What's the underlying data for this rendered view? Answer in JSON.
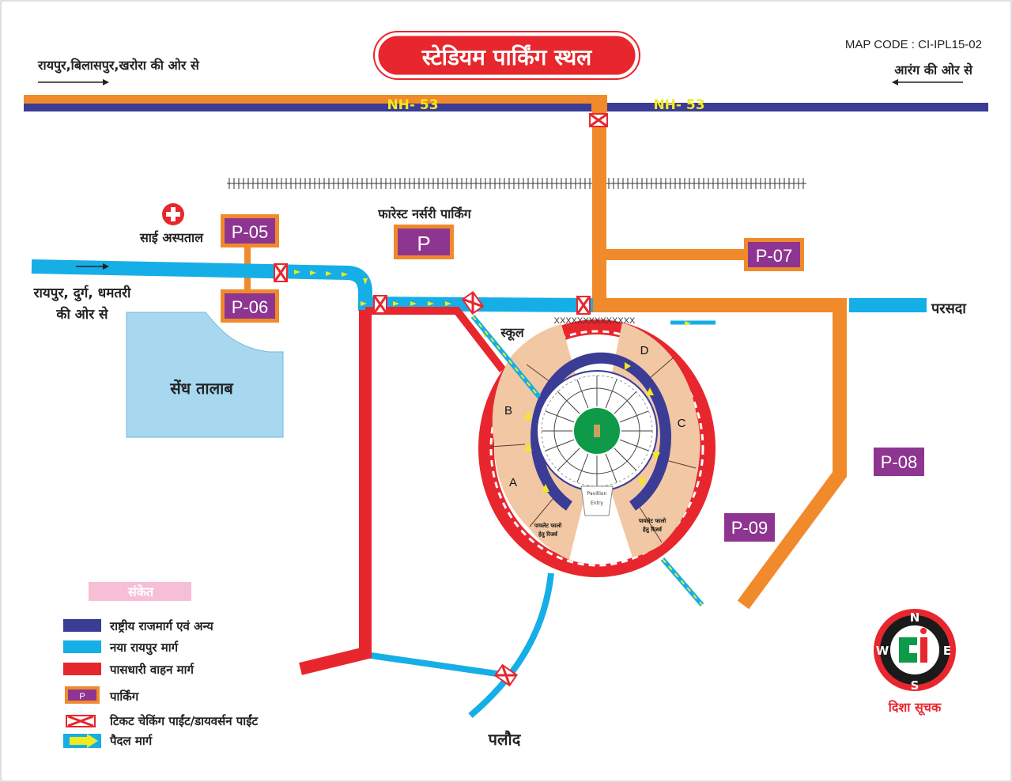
{
  "title": "स्टेडियम पार्किंग स्थल",
  "map_code": "MAP CODE : CI-IPL15-02",
  "colors": {
    "highway": "#3a3c96",
    "new_raipur": "#16aee6",
    "pass_route": "#e8262d",
    "orange_road": "#f08a2b",
    "parking": "#8e3591",
    "walk_arrow": "#f2ea1d",
    "lake": "#a8d8f0",
    "seat_band": "#f1c7a4",
    "pitch_green": "#0f9a49"
  },
  "roads": {
    "nh_left": "NH- 53",
    "nh_right": "NH- 53"
  },
  "directions": {
    "top_left": "रायपुर,बिलासपुर,खरोरा की ओर से",
    "top_right": "आरंग की ओर से",
    "left_line1": "रायपुर, दुर्ग, धमतरी",
    "left_line2": "की ओर से",
    "right": "परसदा",
    "bottom": "पलौद"
  },
  "places": {
    "hospital": "साई अस्पताल",
    "forest_nursery": "फारेस्ट नर्सरी पार्किंग",
    "forest_parking_letter": "P",
    "lake": "सेंध तालाब",
    "school": "स्कूल",
    "checkpoint_marks": "XXXXXXXXXXXXXX"
  },
  "parking": {
    "p05": "P-05",
    "p06": "P-06",
    "p07": "P-07",
    "p08": "P-08",
    "p09": "P-09"
  },
  "stadium": {
    "stand_a": "A",
    "stand_b": "B",
    "stand_c": "C",
    "stand_d": "D",
    "pavilion_line1": "Pavillion",
    "pavilion_line2": "Entry",
    "reserved_left_1": "पायलेट फालो",
    "reserved_left_2": "हेतु रिजर्व",
    "reserved_right_1": "पायलेट फालो",
    "reserved_right_2": "हेतु रिजर्व"
  },
  "legend": {
    "heading": "संकेत",
    "items": [
      {
        "label": "राष्ट्रीय राजमार्ग एवं अन्य",
        "swatch": "highway"
      },
      {
        "label": "नया रायपुर मार्ग",
        "swatch": "new_raipur"
      },
      {
        "label": "पासधारी वाहन मार्ग",
        "swatch": "pass_route"
      },
      {
        "label": "पार्किंग",
        "swatch": "parking",
        "glyph": "P"
      },
      {
        "label": "टिकट चेकिंग पाईंट/डायवर्सन पाईंट",
        "swatch": "checkpoint"
      },
      {
        "label": "पैदल मार्ग",
        "swatch": "walk"
      }
    ]
  },
  "compass": {
    "n": "N",
    "s": "S",
    "e": "E",
    "w": "W",
    "caption": "दिशा सूचक"
  }
}
